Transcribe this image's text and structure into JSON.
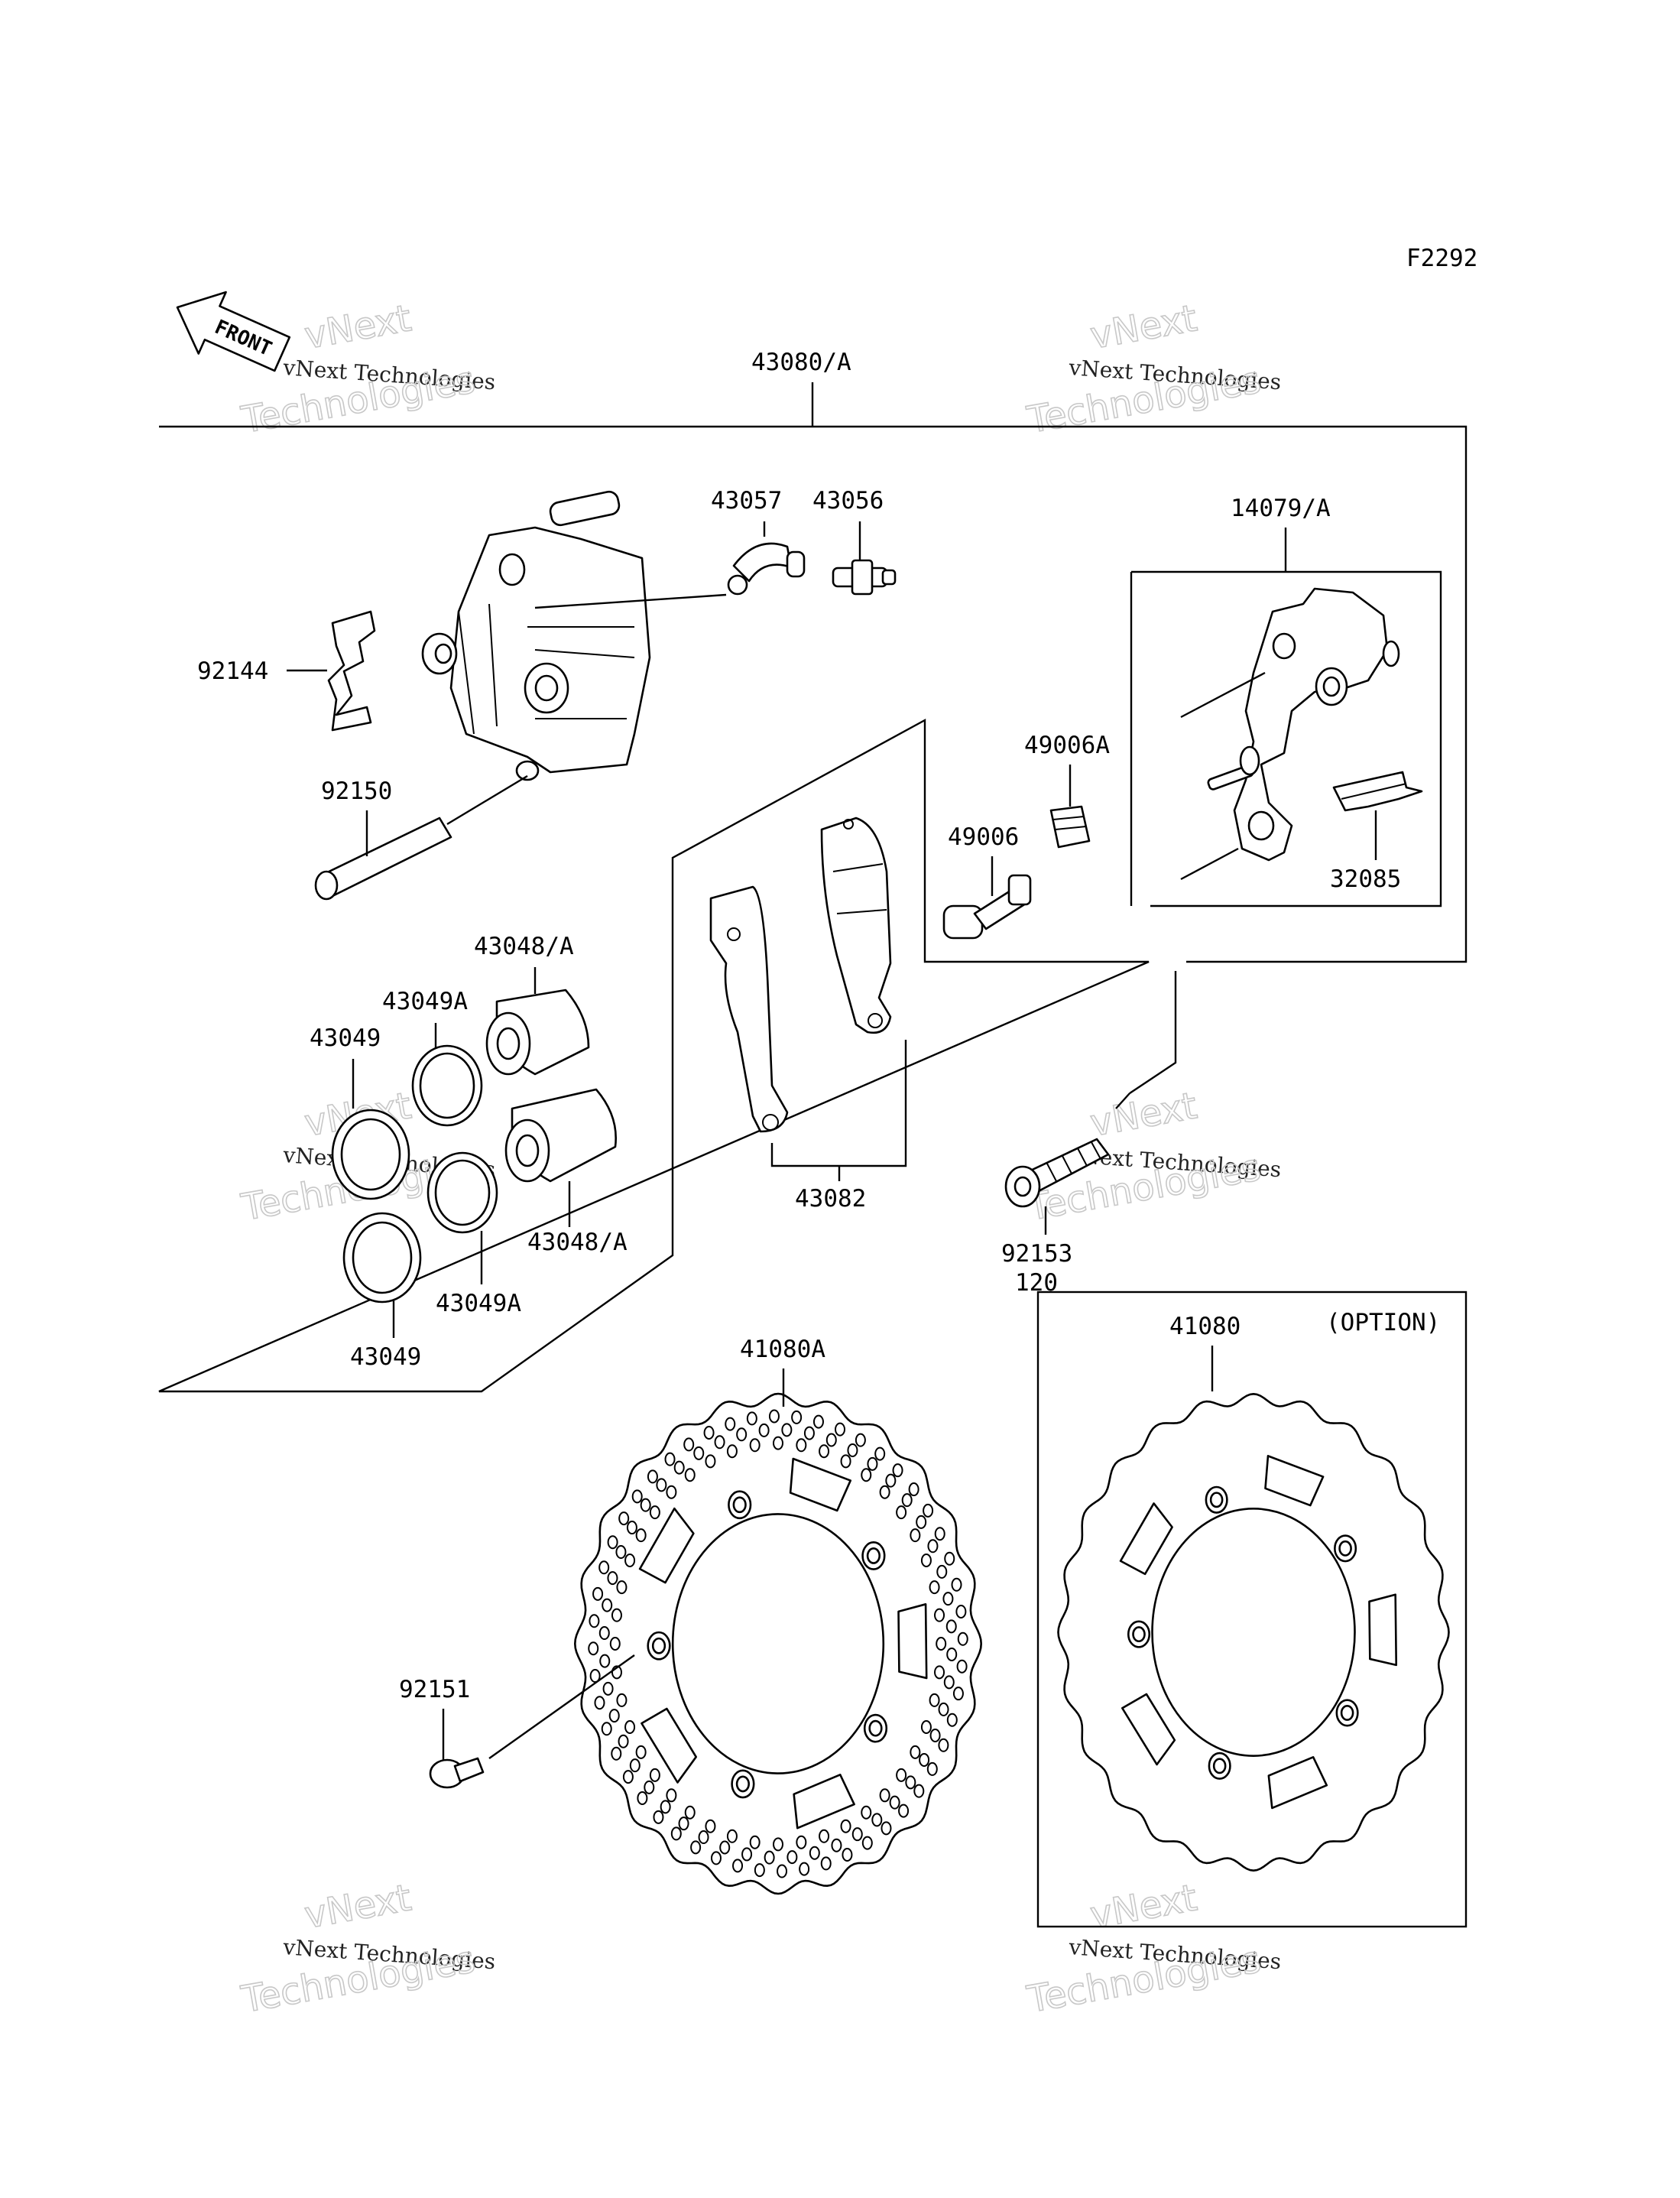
{
  "figure_code": "F2292",
  "front_label": "FRONT",
  "option_label": "(OPTION)",
  "watermark": {
    "line1": "vNext",
    "line2": "vNext Technologies",
    "line3": "Technologies"
  },
  "callouts": {
    "assembly": "43080/A",
    "bracket_assy": "14079/A",
    "bleeder_cap": "43057",
    "bleeder_valve": "43056",
    "pad_spring": "92144",
    "pin": "92150",
    "boot_a": "49006A",
    "boot": "49006",
    "clip": "32085",
    "piston_top": "43048/A",
    "seal_a_top": "43049A",
    "seal_top": "43049",
    "piston_bottom": "43048/A",
    "seal_a_bottom": "43049A",
    "seal_bottom": "43049",
    "pads": "43082",
    "bolt": "92153",
    "bolt_length": "120",
    "disc": "41080A",
    "disc_option": "41080",
    "disc_bolt": "92151"
  },
  "colors": {
    "line": "#000000",
    "watermark": "#c8c8c8"
  }
}
